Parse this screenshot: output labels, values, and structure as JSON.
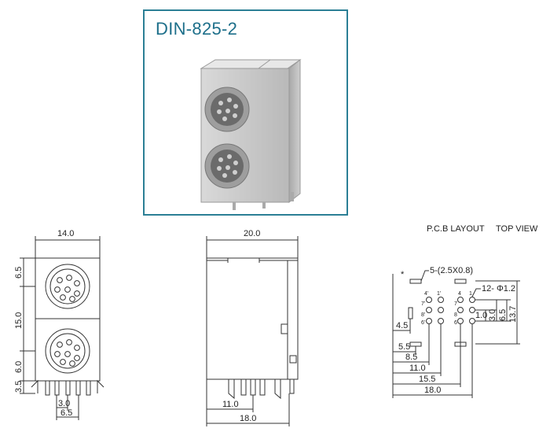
{
  "photo": {
    "title": "DIN-825-2"
  },
  "headers": {
    "pcb_layout": "P.C.B LAYOUT",
    "top_view": "TOP VIEW"
  },
  "front_view": {
    "width": "14.0",
    "dim_top": "6.5",
    "dim_mid": "15.0",
    "dim_low": "6.0",
    "dim_pin": "3.5",
    "pitch_small": "3.0",
    "pitch_large": "6.5"
  },
  "side_view": {
    "length": "20.0",
    "pin_offset": "11.0",
    "base_length": "18.0"
  },
  "pcb": {
    "slot_label": "5-(2.5X0.8)",
    "hole_label": "12- Φ1.2",
    "pin_labels": [
      "4'",
      "1'",
      "4",
      "1",
      "7'",
      "7",
      "8'",
      "8",
      "6'",
      "6"
    ],
    "dim_1_0": "1.0",
    "dim_3_0": "3.0",
    "dim_6_5": "6.5",
    "dim_13_7": "13.7",
    "dim_4_5": "4.5",
    "dim_5_5": "5.5",
    "dim_8_5": "8.5",
    "dim_11_0": "11.0",
    "dim_15_5": "15.5",
    "dim_18_0": "18.0",
    "marker": "*"
  }
}
